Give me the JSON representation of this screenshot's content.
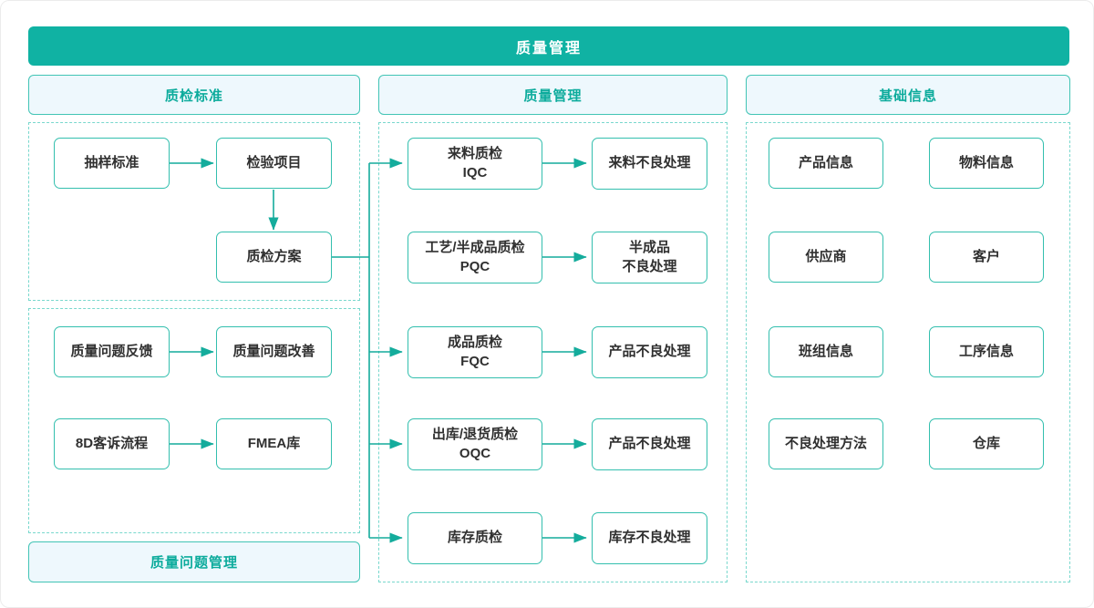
{
  "banner": {
    "title": "质量管理"
  },
  "left": {
    "header": "质检标准",
    "issues_header": "质量问题管理",
    "flow": {
      "sampling": "抽样标准",
      "inspection_items": "检验项目",
      "inspection_plan": "质检方案"
    },
    "issues": {
      "feedback": "质量问题反馈",
      "improvement": "质量问题改善",
      "complaint_8d": "8D客诉流程",
      "fmea": "FMEA库"
    }
  },
  "middle": {
    "header": "质量管理",
    "rows": [
      {
        "source1": "来料质检",
        "source2": "IQC",
        "target1": "来料不良处理",
        "target2": ""
      },
      {
        "source1": "工艺/半成品质检",
        "source2": "PQC",
        "target1": "半成品",
        "target2": "不良处理"
      },
      {
        "source1": "成品质检",
        "source2": "FQC",
        "target1": "产品不良处理",
        "target2": ""
      },
      {
        "source1": "出库/退货质检",
        "source2": "OQC",
        "target1": "产品不良处理",
        "target2": ""
      },
      {
        "source1": "库存质检",
        "source2": "",
        "target1": "库存不良处理",
        "target2": ""
      }
    ]
  },
  "right": {
    "header": "基础信息",
    "items": [
      "产品信息",
      "物料信息",
      "供应商",
      "客户",
      "班组信息",
      "工序信息",
      "不良处理方法",
      "仓库"
    ]
  },
  "colors": {
    "banner": "#10b2a3",
    "banner_text": "#ffffff",
    "header_fill": "#eef8fd",
    "header_border": "#41c4b5",
    "header_text": "#0cab9c",
    "box_border": "#33bfae",
    "box_text": "#303030",
    "dashed": "#79d8cd",
    "line": "#14ac9c"
  }
}
